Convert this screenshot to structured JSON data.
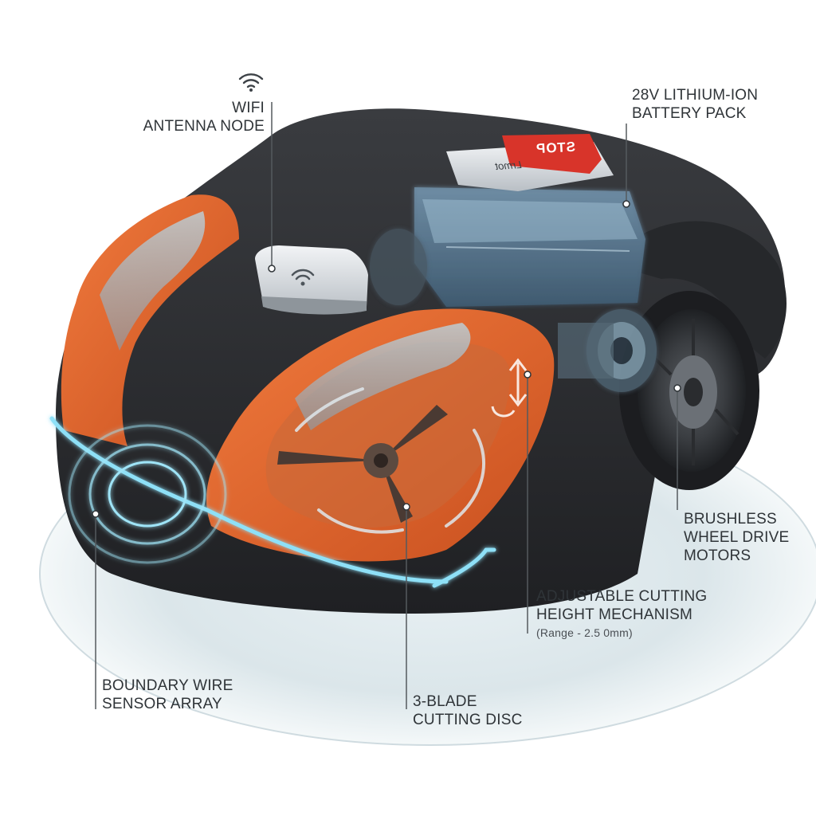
{
  "callouts": {
    "wifi": {
      "lines": [
        "WIFI",
        "ANTENNA NODE"
      ],
      "icon": "wifi-icon"
    },
    "battery": {
      "lines": [
        "28V LITHIUM-ION",
        "BATTERY PACK"
      ]
    },
    "wheel_motors": {
      "lines": [
        "BRUSHLESS",
        "WHEEL DRIVE",
        "MOTORS"
      ]
    },
    "cutting_height": {
      "lines": [
        "ADJUSTABLE CUTTING",
        "HEIGHT MECHANISM"
      ],
      "note": "(Range - 2.5 0mm)"
    },
    "boundary_sensor": {
      "lines": [
        "BOUNDARY WIRE",
        "SENSOR ARRAY"
      ]
    },
    "blade_disc": {
      "lines": [
        "3-BLADE",
        "CUTTING DISC"
      ]
    }
  },
  "device": {
    "stop_button": "STOP",
    "brand_plate": "Lrmot"
  },
  "colors": {
    "body": "#2b2d30",
    "accent_orange": "#e8622a",
    "glow_blue": "#7fd6f2",
    "ground": "#dfe8ec",
    "leader_line": "#555a5e"
  }
}
